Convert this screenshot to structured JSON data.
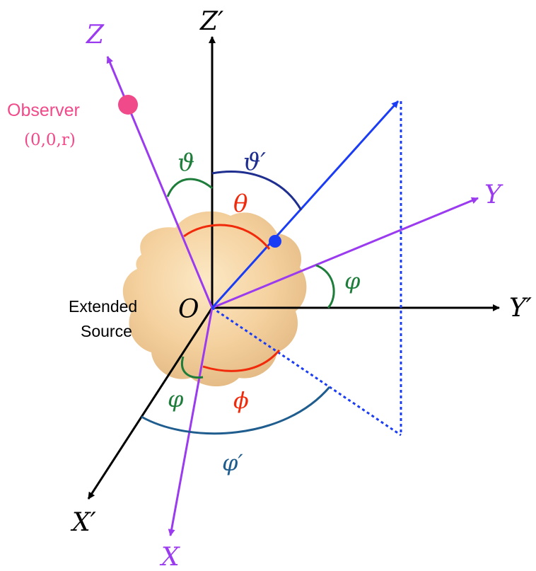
{
  "axes": {
    "x_label": "X",
    "y_label": "Y",
    "z_label": "Z",
    "x_prime_label": "X′",
    "y_prime_label": "Y′",
    "z_prime_label": "Z′",
    "origin_label": "O"
  },
  "observer": {
    "label": "Observer",
    "coords": "(0,0,r)"
  },
  "source": {
    "line1": "Extended",
    "line2": "Source"
  },
  "angles": {
    "theta": "θ",
    "phi": "ϕ",
    "vartheta": "ϑ",
    "varphi": "φ",
    "vartheta_prime": "ϑ′",
    "varphi_prime": "φ′",
    "varphi_lower": "φ"
  },
  "colors": {
    "purple": "#9b3bf0",
    "black": "#000000",
    "blue": "#1a3cf5",
    "dark_blue": "#1f2f8f",
    "teal_blue": "#1f5d8f",
    "red": "#f02a0a",
    "green": "#1e7d3a",
    "magenta": "#f04a8a",
    "source_fill": "#f3c98c"
  }
}
